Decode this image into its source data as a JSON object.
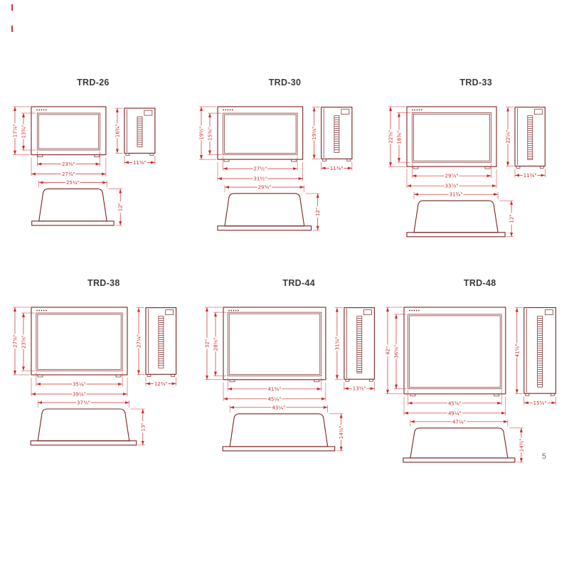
{
  "page": {
    "number": "5"
  },
  "colors": {
    "object_line": "#7a2121",
    "dimension_line": "#cc2a2a",
    "title_text": "#3a3a3a",
    "page_number": "#6b6b6b"
  },
  "models": [
    {
      "name": "TRD-26",
      "dims_in": {
        "front_h": 17.875,
        "glass_h": 13.75,
        "glass_w": 23.375,
        "overall_w": 27.75,
        "side_h": 16.75,
        "depth": 11.375,
        "trim_w": 25.25,
        "trim_h": 12
      },
      "labels": {
        "front_h": "17⅞\"",
        "glass_h": "13¾\"",
        "glass_w": "23⅜\"",
        "overall_w": "27¾\"",
        "side_h": "16¾\"",
        "depth": "11⅜\"",
        "trim_w": "25¼\"",
        "trim_h": "12\""
      }
    },
    {
      "name": "TRD-30",
      "dims_in": {
        "front_h": 19.5,
        "glass_h": 15.375,
        "glass_w": 27.5,
        "overall_w": 31.5,
        "side_h": 19.125,
        "depth": 11.375,
        "trim_w": 29.375,
        "trim_h": 12
      },
      "labels": {
        "front_h": "19½\"",
        "glass_h": "15⅜\"",
        "glass_w": "27½\"",
        "overall_w": "31½\"",
        "side_h": "19⅛\"",
        "depth": "11⅜\"",
        "trim_w": "29⅜\"",
        "trim_h": "12\""
      }
    },
    {
      "name": "TRD-33",
      "dims_in": {
        "front_h": 22.625,
        "glass_h": 18.75,
        "glass_w": 29.875,
        "overall_w": 33.875,
        "side_h": 22.25,
        "depth": 11.375,
        "trim_w": 31.75,
        "trim_h": 12
      },
      "labels": {
        "front_h": "22⅝\"",
        "glass_h": "18¾\"",
        "glass_w": "29⅞\"",
        "overall_w": "33⅞\"",
        "side_h": "22¼\"",
        "depth": "11⅜\"",
        "trim_w": "31¾\"",
        "trim_h": "12\""
      }
    },
    {
      "name": "TRD-38",
      "dims_in": {
        "front_h": 27.625,
        "glass_h": 23.625,
        "glass_w": 35.25,
        "overall_w": 39.25,
        "side_h": 27.25,
        "depth": 12.375,
        "trim_w": 37.375,
        "trim_h": 13
      },
      "labels": {
        "front_h": "27⅝\"",
        "glass_h": "23⅝\"",
        "glass_w": "35¼\"",
        "overall_w": "39¼\"",
        "side_h": "27¼\"",
        "depth": "12⅜\"",
        "trim_w": "37⅜\"",
        "trim_h": "13\""
      }
    },
    {
      "name": "TRD-44",
      "dims_in": {
        "front_h": 32,
        "glass_h": 28.125,
        "glass_w": 41.375,
        "overall_w": 45.25,
        "side_h": 31.625,
        "depth": 13.375,
        "trim_w": 43.25,
        "trim_h": 14.5
      },
      "labels": {
        "front_h": "32\"",
        "glass_h": "28⅛\"",
        "glass_w": "41⅜\"",
        "overall_w": "45¼\"",
        "side_h": "31⅝\"",
        "depth": "13⅜\"",
        "trim_w": "43¼\"",
        "trim_h": "14½\""
      }
    },
    {
      "name": "TRD-48",
      "dims_in": {
        "front_h": 42,
        "glass_h": 36.125,
        "glass_w": 45.375,
        "overall_w": 49.25,
        "side_h": 41.625,
        "depth": 15.375,
        "trim_w": 47.25,
        "trim_h": 14.5
      },
      "labels": {
        "front_h": "42\"",
        "glass_h": "36⅛\"",
        "glass_w": "45⅜\"",
        "overall_w": "49¼\"",
        "side_h": "41⅝\"",
        "depth": "15⅜\"",
        "trim_w": "47¼\"",
        "trim_h": "14½\""
      }
    }
  ]
}
